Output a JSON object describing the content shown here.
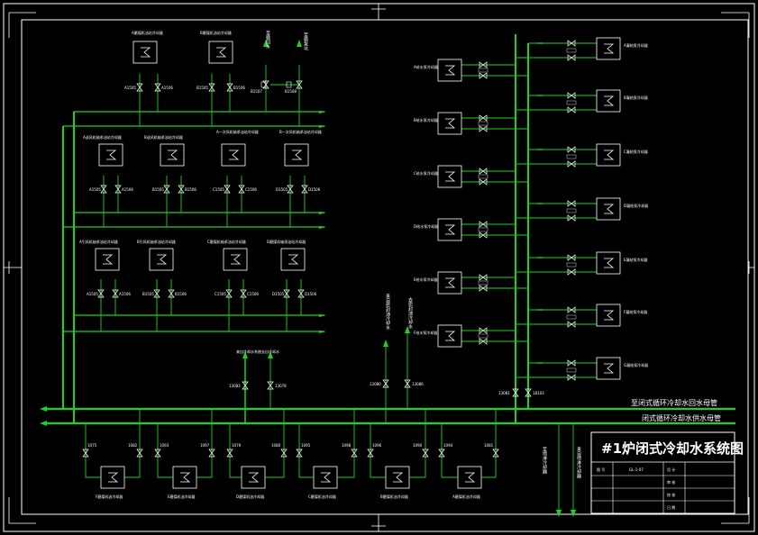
{
  "title": "#1炉闭式冷却水系统图",
  "headers": {
    "return_main": "至闭式循环冷却水回水母管",
    "supply_main": "闭式循环冷却水供水母管"
  },
  "vertical_labels": {
    "top_a": "至循回水",
    "top_b": "至循泵坑",
    "mid_a": "来自冷却水系统",
    "mid_b": "去自冷却水",
    "bottom_a": "来自密封油冷却水",
    "bottom_b": "去密封油冷却水",
    "spray_a": "至喷淋冷却器",
    "spray_b": "来自喷淋冷却器"
  },
  "top_coolers": [
    "A磨煤机油站冷却器",
    "B磨煤机油站冷却器"
  ],
  "row2_coolers": [
    "A送风机轴承油站冷却器",
    "B送风机轴承油站冷却器",
    "A一次风机轴承油站冷却器",
    "B一次风机轴承油站冷却器"
  ],
  "row3_coolers": [
    "A引风机轴承油站冷却器",
    "B引风机轴承油站冷却器",
    "C磨煤机轴承油站冷却器",
    "D磨煤机轴承油站冷却器"
  ],
  "bottom_coolers": [
    "F磨煤机油冷却器",
    "E磨煤机油冷却器",
    "D磨煤机油冷却器",
    "C磨煤机油冷却器",
    "B磨煤机油冷却器",
    "A磨煤机油冷却器"
  ],
  "left_pumps": [
    "A给水泵冷却器",
    "B给水泵冷却器",
    "C给水泵冷却器",
    "D给水泵冷却器",
    "E给水泵冷却器",
    "F给水泵冷却器"
  ],
  "right_pumps": [
    "A凝结泵冷却器",
    "B凝结泵冷却器",
    "C凝结泵冷却器",
    "D凝结泵冷却器",
    "E凝结泵冷却器",
    "F凝结泵冷却器",
    "G凝结泵冷却器"
  ],
  "valve_tags": {
    "top": [
      "A1505",
      "A1506",
      "B1505",
      "B1506",
      "B1507",
      "B1508"
    ],
    "row2": [
      "A1505",
      "A1506",
      "B1505",
      "B1506",
      "C1505",
      "C1506",
      "D1505",
      "D1506"
    ],
    "row3": [
      "A1505",
      "A1506",
      "B1505",
      "B1506",
      "C1505",
      "C1506",
      "D1505",
      "D1506"
    ],
    "mid": [
      "13083",
      "13078",
      "13080",
      "13086",
      "13081",
      "18103"
    ],
    "bottom": [
      "1075",
      "1082",
      "1093",
      "1097",
      "1079",
      "1080",
      "1095",
      "1098",
      "1096",
      "1090",
      "1094",
      "1081"
    ]
  },
  "title_block": {
    "r1c1": "图 号",
    "r1c2": "GL-1-07",
    "r1c3": "设 计",
    "r2c3": "审 核",
    "r3c3": "校 核",
    "r4c3": "日 期"
  }
}
